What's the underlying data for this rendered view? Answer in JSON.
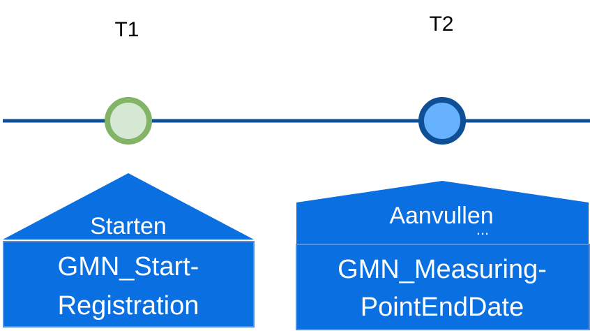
{
  "timeline": {
    "line_color": "#0E4F95",
    "events": [
      {
        "time_label": "T1",
        "marker_fill": "#D5E8D4",
        "marker_stroke": "#82B366",
        "phase_label": "Starten",
        "phase_extra": "",
        "box_lines": [
          "GMN_Start-",
          "Registration"
        ]
      },
      {
        "time_label": "T2",
        "marker_fill": "#66B2FF",
        "marker_stroke": "#0E4F95",
        "phase_label": "Aanvullen",
        "phase_extra": "...",
        "box_lines": [
          "GMN_Measuring-",
          "PointEndDate"
        ]
      }
    ]
  },
  "colors": {
    "box_fill": "#0A6FE0",
    "box_border": "#5B8FD1",
    "box_text": "#FFFFFF",
    "label_text": "#000000"
  }
}
